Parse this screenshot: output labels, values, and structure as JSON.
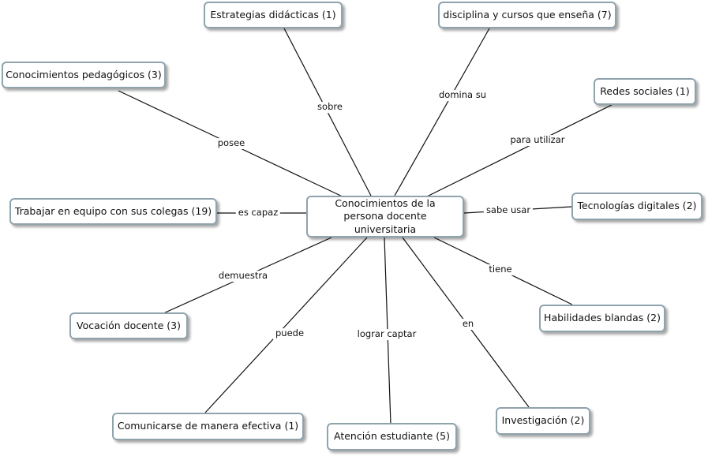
{
  "center": "Conocimientos de la persona docente universitaria",
  "nodes": {
    "estrategias": "Estrategias didácticas  (1)",
    "disciplina": "disciplina y cursos que enseña (7)",
    "pedagogicos": "Conocimientos pedagógicos (3)",
    "redes": "Redes sociales (1)",
    "trabajar": "Trabajar en equipo con sus colegas (19)",
    "tecnologias": "Tecnologías digitales (2)",
    "vocacion": "Vocación docente (3)",
    "habilidades": "Habilidades blandas (2)",
    "comunicarse": "Comunicarse de manera efectiva (1)",
    "atencion": "Atención estudiante (5)",
    "investigacion": "Investigación (2)"
  },
  "links": {
    "sobre": "sobre",
    "domina_su": "domina su",
    "posee": "posee",
    "para_utilizar": "para utilizar",
    "es_capaz": "es capaz",
    "sabe_usar": "sabe usar",
    "demuestra": "demuestra",
    "tiene": "tiene",
    "puede": "puede",
    "lograr_captar": "lograr captar",
    "en": "en"
  }
}
